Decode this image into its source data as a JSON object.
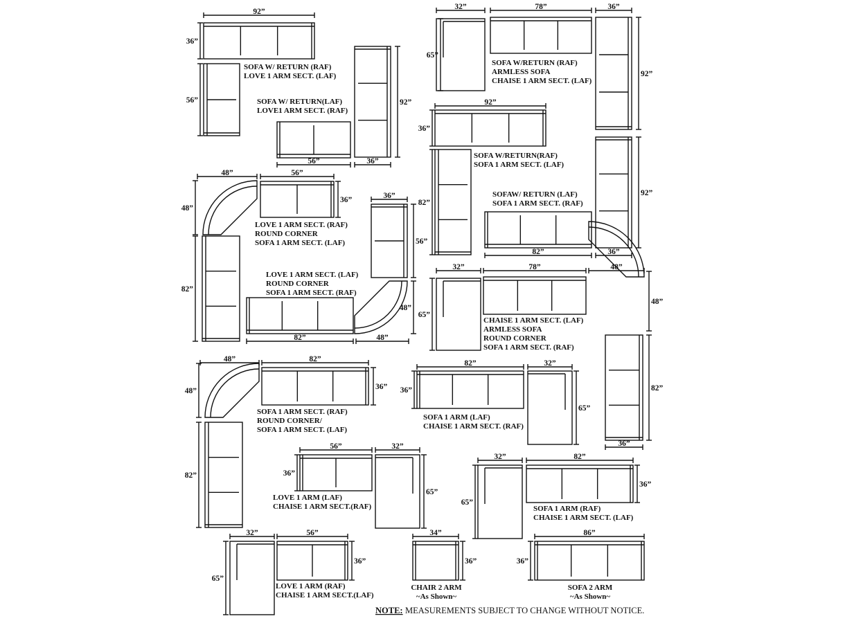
{
  "dims": {
    "d92": "92”",
    "d78": "78”",
    "d36": "36”",
    "d32": "32”",
    "d56": "56”",
    "d48": "48”",
    "d82": "82”",
    "d65": "65”",
    "d34": "34”",
    "d86": "86”"
  },
  "labels": {
    "a1": "SOFA W/ RETURN (RAF)",
    "a2": "LOVE 1 ARM SECT. (LAF)",
    "b1": "SOFA  W/ RETURN(LAF)",
    "b2": "LOVE1 ARM SECT. (RAF)",
    "c1": "SOFA W/RETURN (RAF)",
    "c2": "ARMLESS SOFA",
    "c3": "CHAISE 1 ARM SECT. (LAF)",
    "d1": "SOFA W/RETURN(RAF)",
    "d2": "SOFA 1 ARM SECT. (LAF)",
    "e1": "SOFAW/ RETURN (LAF)",
    "e2": "SOFA 1 ARM SECT. (RAF)",
    "f1": "LOVE 1 ARM SECT. (RAF)",
    "f2": "ROUND CORNER",
    "f3": "SOFA 1 ARM SECT. (LAF)",
    "g1": "LOVE 1 ARM SECT. (LAF)",
    "g2": "ROUND CORNER",
    "g3": "SOFA 1 ARM SECT. (RAF)",
    "h1": "CHAISE 1 ARM SECT. (LAF)",
    "h2": "ARMLESS SOFA",
    "h3": "ROUND CORNER",
    "h4": "SOFA 1 ARM SECT. (RAF)",
    "i1": "SOFA 1 ARM SECT. (RAF)",
    "i2": "ROUND CORNER/",
    "i3": "SOFA 1 ARM SECT. (LAF)",
    "j1": "SOFA 1 ARM (LAF)",
    "j2": "CHAISE 1 ARM SECT. (RAF)",
    "k1": "LOVE 1 ARM (LAF)",
    "k2": "CHAISE 1 ARM SECT.(RAF)",
    "l1": "SOFA 1 ARM (RAF)",
    "l2": "CHAISE 1 ARM SECT. (LAF)",
    "m1": "LOVE 1 ARM (RAF)",
    "m2": "CHAISE 1 ARM SECT.(LAF)",
    "n1": "CHAIR 2 ARM",
    "n2": "~As Shown~",
    "o1": "SOFA 2 ARM",
    "o2": "~As Shown~"
  },
  "note": {
    "key": "NOTE:",
    "text": "MEASUREMENTS SUBJECT TO CHANGE WITHOUT NOTICE."
  },
  "colors": {
    "line": "#111111",
    "background": "#ffffff"
  }
}
